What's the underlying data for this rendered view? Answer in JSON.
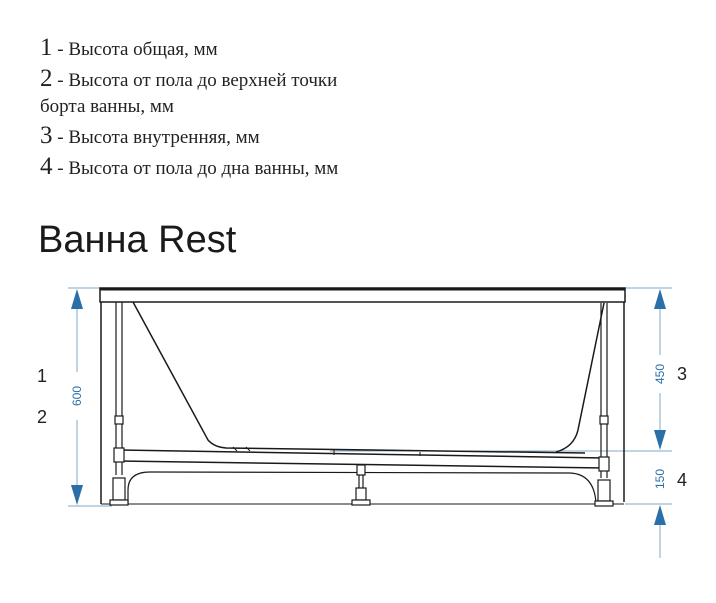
{
  "legend": {
    "items": [
      {
        "num": "1",
        "text": " - Высота общая, мм"
      },
      {
        "num": "2",
        "text": " - Высота от пола до верхней точки"
      },
      {
        "num": "",
        "text": "борта ванны, мм"
      },
      {
        "num": "3",
        "text": " - Высота внутренняя, мм"
      },
      {
        "num": "4",
        "text": " - Высота от пола до дна ванны, мм"
      }
    ]
  },
  "title": "Ванна Rest",
  "drawing": {
    "labels": {
      "left_1": "1",
      "left_2": "2",
      "right_3": "3",
      "right_4": "4"
    },
    "dimensions": {
      "total_height": "600",
      "inner_height": "450",
      "floor_to_bottom": "150"
    },
    "colors": {
      "dimension": "#2a6fa8",
      "dimension_line": "#7fa8c8",
      "outline": "#1a1a1a"
    }
  }
}
